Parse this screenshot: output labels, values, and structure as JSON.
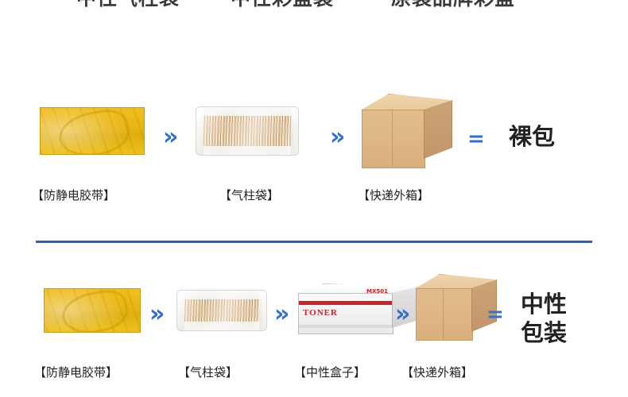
{
  "header": {
    "titles": [
      "中性气柱袋",
      "中性彩盒装",
      "原装品牌彩盒"
    ]
  },
  "colors": {
    "arrow_blue": "#2f6fd0",
    "divider_blue": "#2f5fbe",
    "tape_yellow": "#e8b412",
    "carton_brown": "#d9b07c",
    "toner_red": "#cf2027"
  },
  "rows": [
    {
      "id": "bare-pack",
      "steps": [
        {
          "icon": "adhesive-tape",
          "caption": "【防静电胶带】"
        },
        {
          "icon": "air-column-bag",
          "caption": "【气柱袋】"
        },
        {
          "icon": "shipping-carton",
          "caption": "【快递外箱】"
        }
      ],
      "arrow": "»",
      "equals": "=",
      "result": "裸包"
    },
    {
      "id": "neutral-pack",
      "steps": [
        {
          "icon": "adhesive-tape",
          "caption": "【防静电胶带】"
        },
        {
          "icon": "air-column-bag",
          "caption": "【气柱袋】"
        },
        {
          "icon": "neutral-toner-box",
          "caption": "【中性盒子】",
          "brand_text": "TONER",
          "code_text": "MX501"
        },
        {
          "icon": "shipping-carton",
          "caption": "【快递外箱】"
        }
      ],
      "arrow": "»",
      "equals": "=",
      "result_line1": "中性",
      "result_line2": "包装"
    }
  ]
}
